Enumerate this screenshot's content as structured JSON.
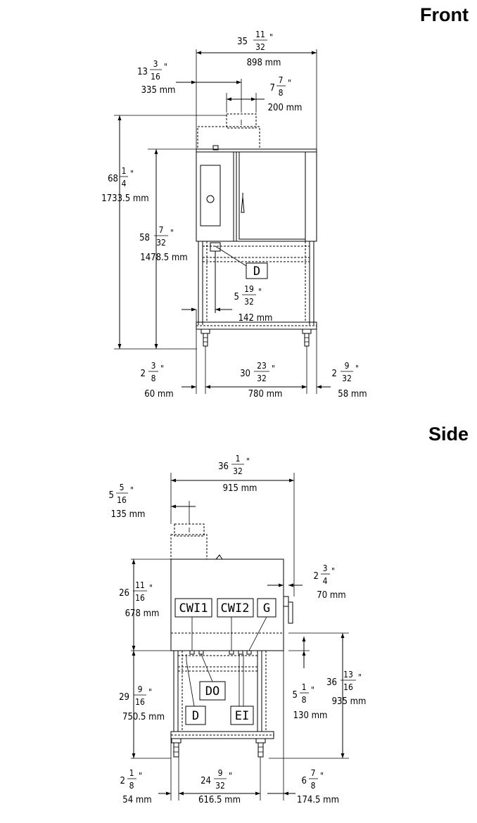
{
  "headings": {
    "front": "Front",
    "side": "Side"
  },
  "inch_mark": "\"",
  "front": {
    "dims": [
      {
        "id": "overall-width",
        "whole": "35",
        "num": "11",
        "den": "32",
        "mm": "898 mm"
      },
      {
        "id": "left-to-exhaust",
        "whole": "13",
        "num": "3",
        "den": "16",
        "mm": "335 mm"
      },
      {
        "id": "exhaust-width",
        "whole": "7",
        "num": "7",
        "den": "8",
        "mm": "200 mm"
      },
      {
        "id": "overall-height",
        "whole": "68",
        "num": "1",
        "den": "4",
        "mm": "1733.5 mm"
      },
      {
        "id": "unit-height",
        "whole": "58",
        "num": "7",
        "den": "32",
        "mm": "1478.5 mm"
      },
      {
        "id": "drain-offset",
        "whole": "5",
        "num": "19",
        "den": "32",
        "mm": "142 mm"
      },
      {
        "id": "left-foot",
        "whole": "2",
        "num": "3",
        "den": "8",
        "mm": "60 mm"
      },
      {
        "id": "foot-span",
        "whole": "30",
        "num": "23",
        "den": "32",
        "mm": "780 mm"
      },
      {
        "id": "right-foot",
        "whole": "2",
        "num": "9",
        "den": "32",
        "mm": "58 mm"
      }
    ],
    "labels": {
      "drain": "D"
    }
  },
  "side": {
    "dims": [
      {
        "id": "overall-depth",
        "whole": "36",
        "num": "1",
        "den": "32",
        "mm": "915 mm"
      },
      {
        "id": "exhaust-offset",
        "whole": "5",
        "num": "5",
        "den": "16",
        "mm": "135 mm"
      },
      {
        "id": "handle-depth",
        "whole": "2",
        "num": "3",
        "den": "4",
        "mm": "70 mm"
      },
      {
        "id": "unit-height",
        "whole": "26",
        "num": "11",
        "den": "16",
        "mm": "678 mm"
      },
      {
        "id": "stand-height",
        "whole": "29",
        "num": "9",
        "den": "16",
        "mm": "750.5 mm"
      },
      {
        "id": "connection-height",
        "whole": "5",
        "num": "1",
        "den": "8",
        "mm": "130 mm"
      },
      {
        "id": "total-lower-height",
        "whole": "36",
        "num": "13",
        "den": "16",
        "mm": "935 mm"
      },
      {
        "id": "front-foot",
        "whole": "2",
        "num": "1",
        "den": "8",
        "mm": "54 mm"
      },
      {
        "id": "foot-span",
        "whole": "24",
        "num": "9",
        "den": "32",
        "mm": "616.5 mm"
      },
      {
        "id": "rear-offset",
        "whole": "6",
        "num": "7",
        "den": "8",
        "mm": "174.5 mm"
      }
    ],
    "labels": {
      "cwi1": "CWI1",
      "cwi2": "CWI2",
      "gas": "G",
      "drain_outlet": "DO",
      "drain": "D",
      "ei": "EI"
    }
  }
}
